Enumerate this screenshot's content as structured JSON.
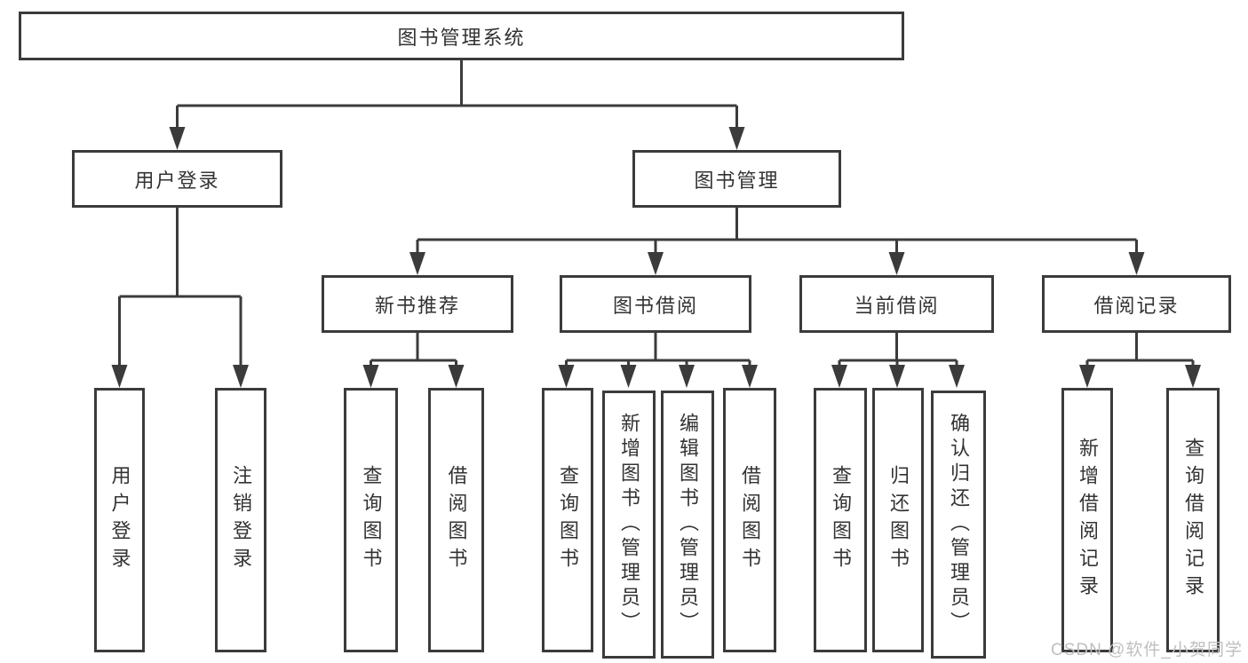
{
  "diagram_title": "图书管理系统",
  "tree": {
    "root": {
      "label": "图书管理系统",
      "children": [
        {
          "label": "用户登录",
          "children": [
            {
              "label": "用户登录"
            },
            {
              "label": "注销登录"
            }
          ]
        },
        {
          "label": "图书管理",
          "children": [
            {
              "label": "新书推荐",
              "children": [
                {
                  "label": "查询图书"
                },
                {
                  "label": "借阅图书"
                }
              ]
            },
            {
              "label": "图书借阅",
              "children": [
                {
                  "label": "查询图书"
                },
                {
                  "label": "新增图书（管理员）"
                },
                {
                  "label": "编辑图书（管理员）"
                },
                {
                  "label": "借阅图书"
                }
              ]
            },
            {
              "label": "当前借阅",
              "children": [
                {
                  "label": "查询图书"
                },
                {
                  "label": "归还图书"
                },
                {
                  "label": "确认归还（管理员）"
                }
              ]
            },
            {
              "label": "借阅记录",
              "children": [
                {
                  "label": "新增借阅记录"
                },
                {
                  "label": "查询借阅记录"
                }
              ]
            }
          ]
        }
      ]
    }
  },
  "watermark": {
    "text": "CSDN @软件_小贺同学"
  },
  "colors": {
    "line": "#3b3b3b",
    "text": "#333333",
    "watermark": "#bfbfbf",
    "background": "#ffffff"
  }
}
